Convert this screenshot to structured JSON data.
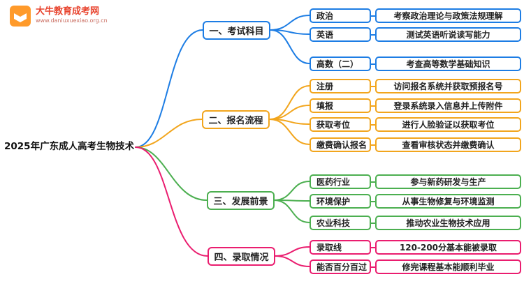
{
  "logo": {
    "site_name": "大牛教育成考网",
    "site_url": "www.daniuxuexiao.org.cn",
    "icon_color": "#ff9a2a"
  },
  "central": {
    "title": "2025年广东成人高考生物技术"
  },
  "branches": [
    {
      "label": "一、考试科目",
      "color": "#1d7de4",
      "children": [
        {
          "label": "政治",
          "desc": "考察政治理论与政策法规理解"
        },
        {
          "label": "英语",
          "desc": "测试英语听说读写能力"
        },
        {
          "label": "高数（二）",
          "desc": "考查高等数学基础知识"
        }
      ]
    },
    {
      "label": "二、报名流程",
      "color": "#f2a51c",
      "children": [
        {
          "label": "注册",
          "desc": "访问报名系统并获取预报名号"
        },
        {
          "label": "填报",
          "desc": "登录系统录入信息并上传附件"
        },
        {
          "label": "获取考位",
          "desc": "进行人脸验证以获取考位"
        },
        {
          "label": "缴费确认报名",
          "desc": "查看审核状态并缴费确认"
        }
      ]
    },
    {
      "label": "三、发展前景",
      "color": "#4caf50",
      "children": [
        {
          "label": "医药行业",
          "desc": "参与新药研发与生产"
        },
        {
          "label": "环境保护",
          "desc": "从事生物修复与环境监测"
        },
        {
          "label": "农业科技",
          "desc": "推动农业生物技术应用"
        }
      ]
    },
    {
      "label": "四、录取情况",
      "color": "#ea1d6f",
      "children": [
        {
          "label": "录取线",
          "desc": "120-200分基本能被录取"
        },
        {
          "label": "能否百分百过",
          "desc": "修完课程基本能顺利毕业"
        }
      ]
    }
  ]
}
